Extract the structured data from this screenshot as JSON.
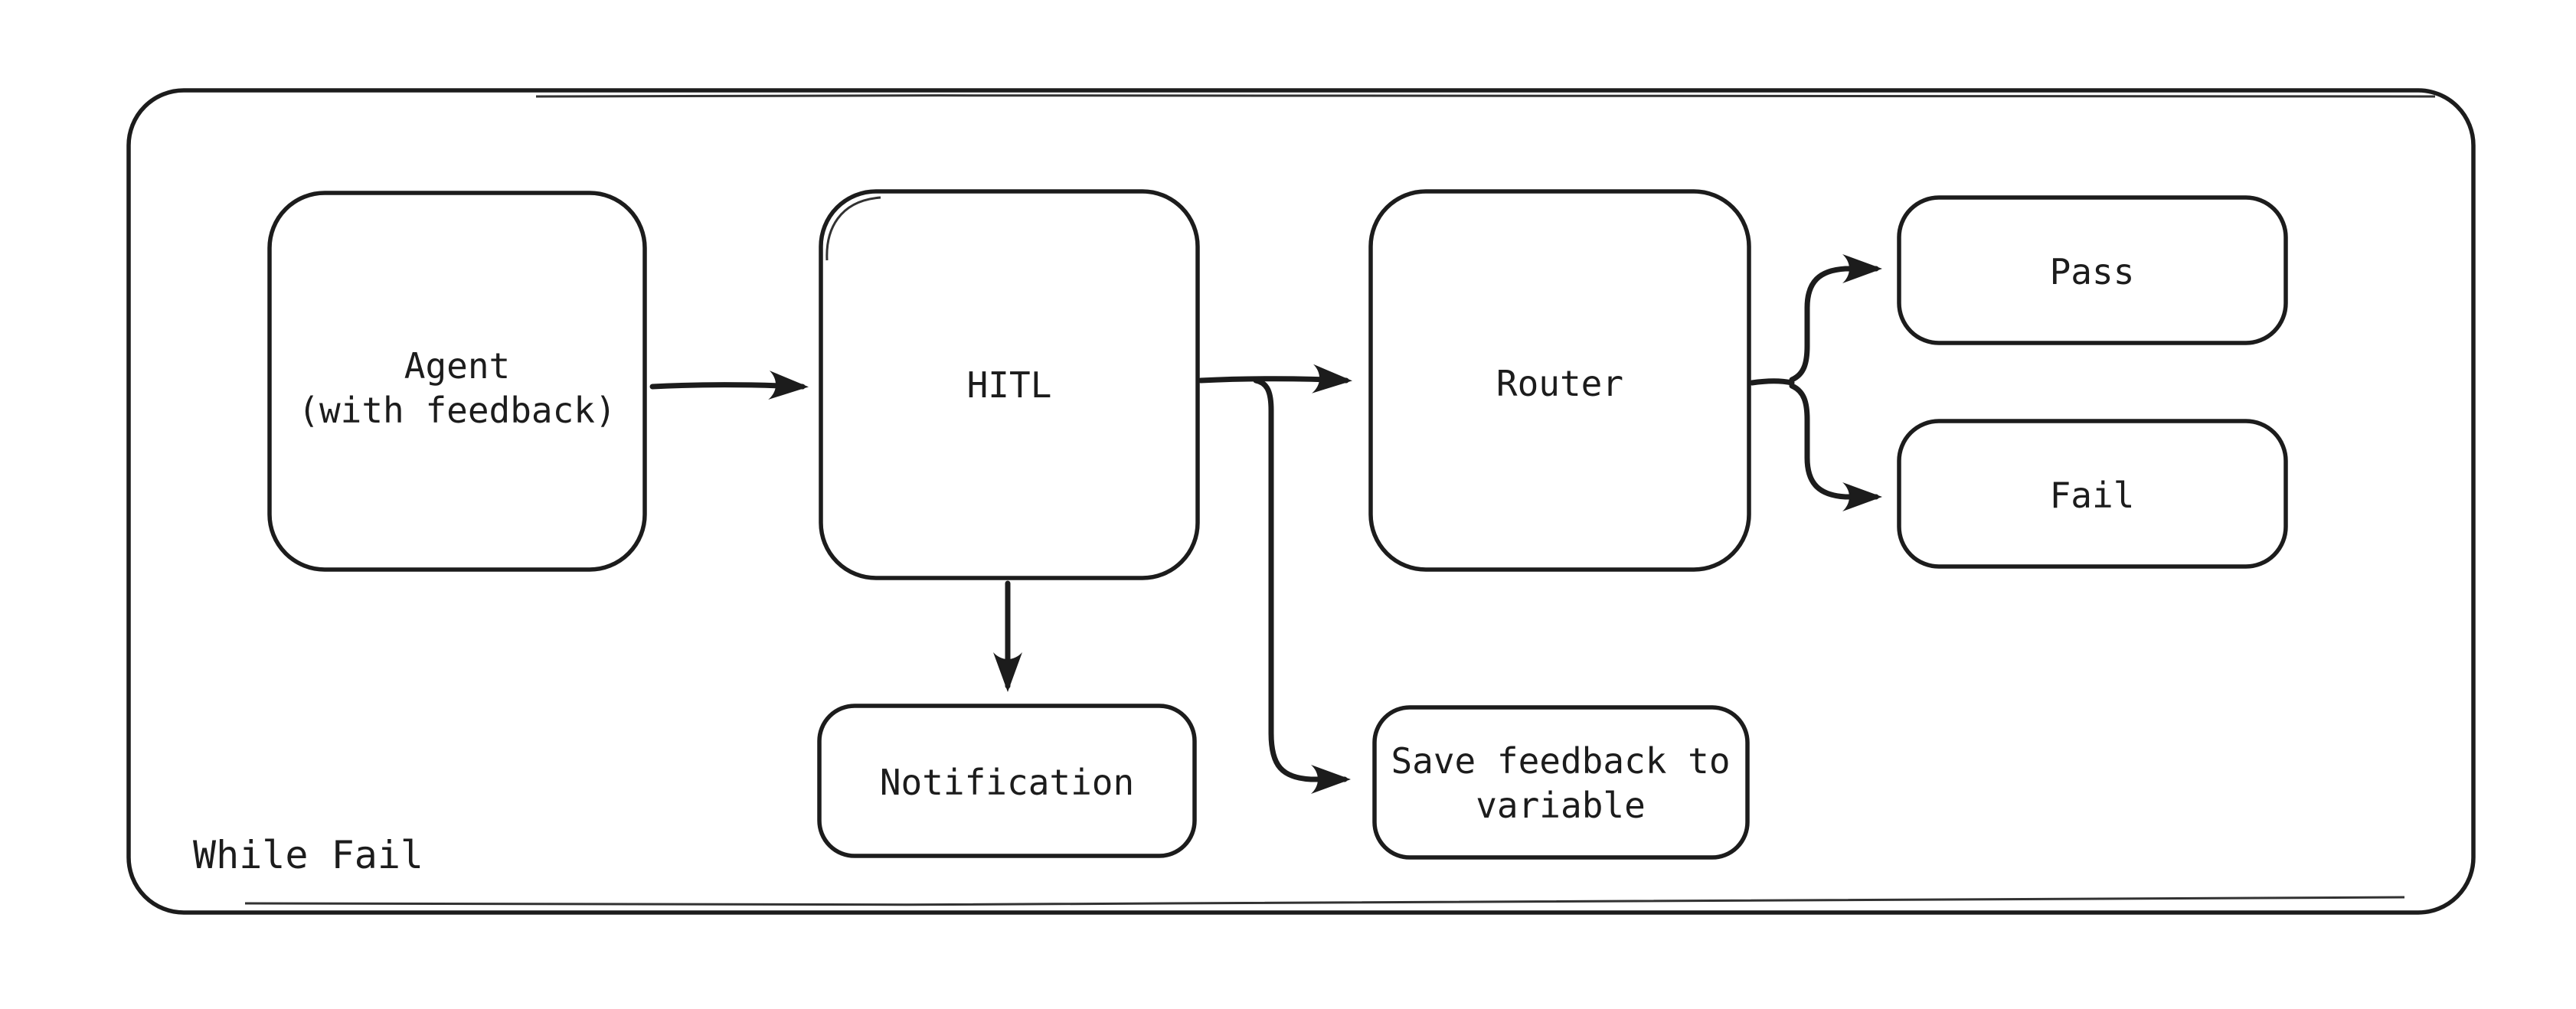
{
  "canvas": {
    "background": "#ffffff",
    "stroke_color": "#1c1c1c"
  },
  "container": {
    "label": "While Fail"
  },
  "nodes": {
    "agent": {
      "line1": "Agent",
      "line2": "(with feedback)"
    },
    "hitl": {
      "label": "HITL"
    },
    "router": {
      "label": "Router"
    },
    "pass": {
      "label": "Pass"
    },
    "fail": {
      "label": "Fail"
    },
    "notification": {
      "label": "Notification"
    },
    "save_feedback": {
      "line1": "Save feedback to",
      "line2": "variable"
    }
  },
  "edges": [
    {
      "from": "agent",
      "to": "hitl",
      "type": "arrow"
    },
    {
      "from": "hitl",
      "to": "router",
      "type": "arrow"
    },
    {
      "from": "hitl",
      "to": "notification",
      "type": "arrow"
    },
    {
      "from": "hitl-router-line",
      "to": "save_feedback",
      "type": "arrow"
    },
    {
      "from": "router",
      "to": "pass",
      "type": "arrow"
    },
    {
      "from": "router",
      "to": "fail",
      "type": "arrow"
    }
  ]
}
